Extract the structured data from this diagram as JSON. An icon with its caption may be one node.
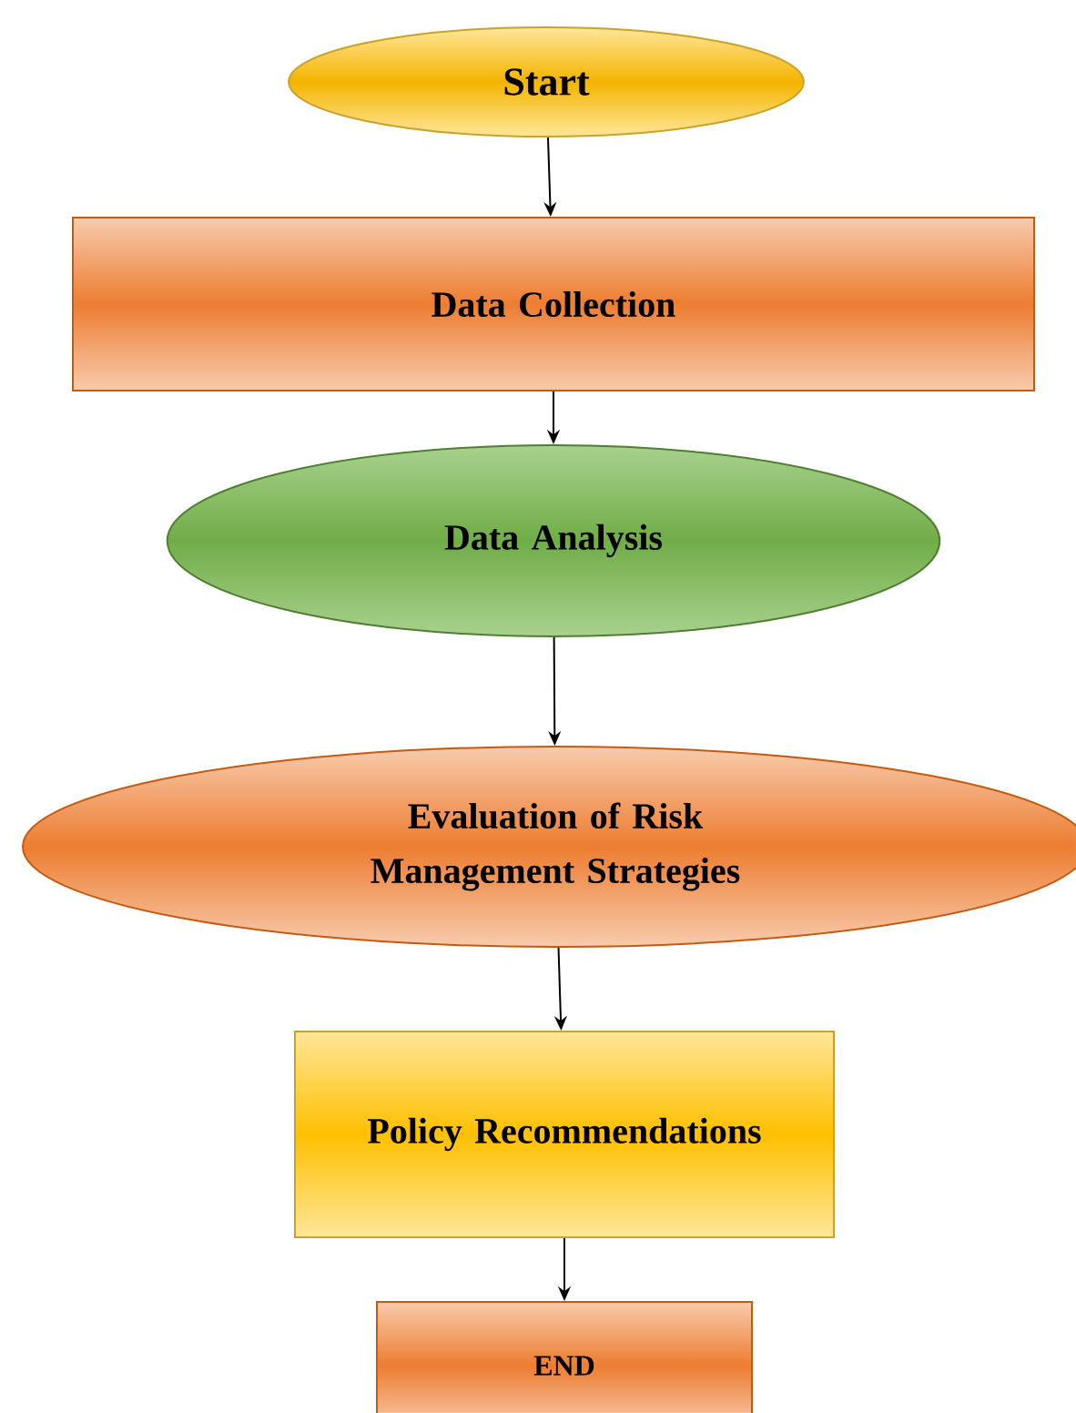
{
  "diagram": {
    "nodes": [
      {
        "text": [
          "Start"
        ]
      },
      {
        "text": [
          "Data Collection"
        ]
      },
      {
        "text": [
          "Data Analysis"
        ]
      },
      {
        "text": [
          "Evaluation of Risk Management Strategies"
        ]
      },
      {
        "text": [
          "Policy Recommendations"
        ]
      },
      {
        "text": [
          "END"
        ]
      }
    ],
    "edges": [
      {
        "from": 0,
        "to": 1,
        "arrow": "to"
      },
      {
        "from": 1,
        "to": 2,
        "arrow": "to"
      },
      {
        "from": 2,
        "to": 3,
        "arrow": "to"
      },
      {
        "from": 3,
        "to": 4,
        "arrow": "to"
      },
      {
        "from": 4,
        "to": 5,
        "arrow": "to"
      }
    ]
  }
}
